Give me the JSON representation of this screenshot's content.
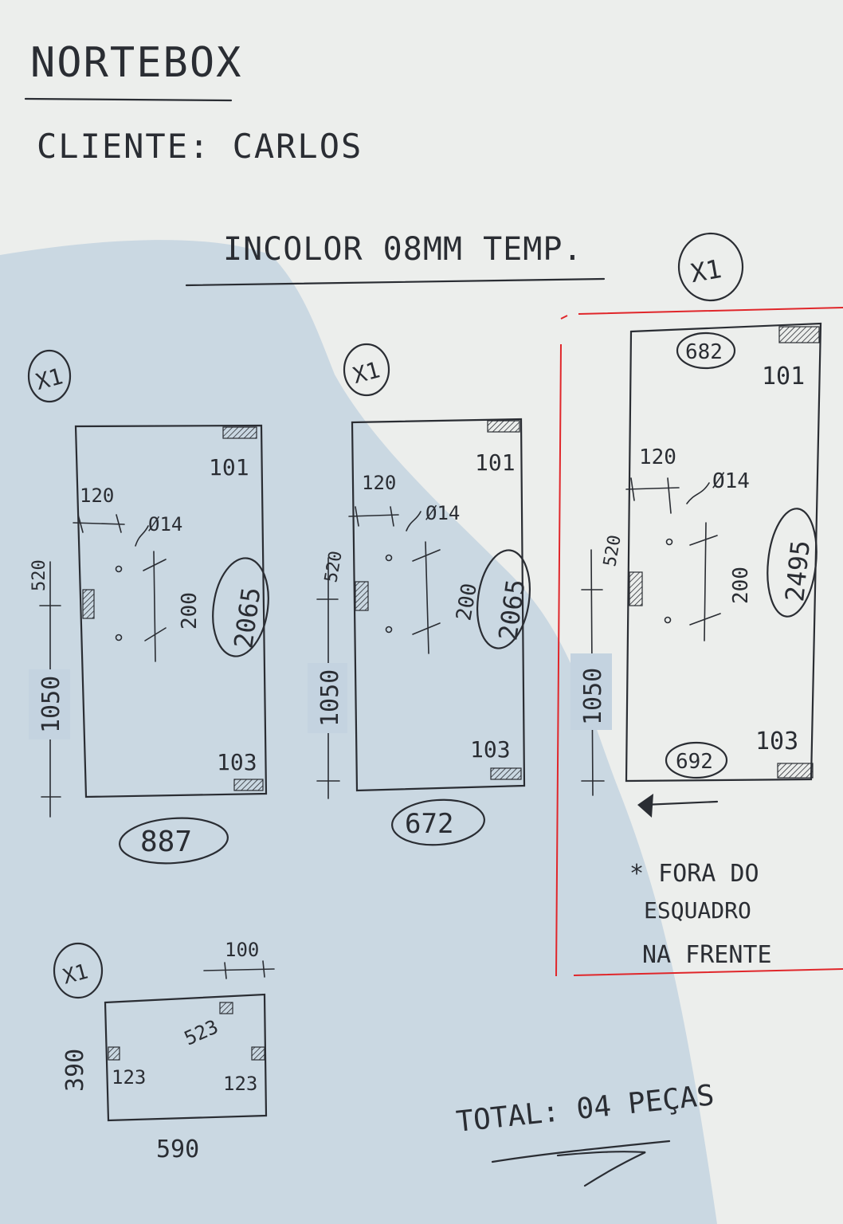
{
  "header": {
    "company": "NORTEBOX",
    "client": "CLIENTE: CARLOS",
    "spec": "INCOLOR 08MM TEMP."
  },
  "pieces": [
    {
      "qty": "X1",
      "hinge_top": "101",
      "hinge_bottom": "103",
      "hole_offset": "120",
      "hole_diameter": "Ø14",
      "hole_spacing": "200",
      "side_dim": "520",
      "left_dim": "1050",
      "height": "2065",
      "width": "887"
    },
    {
      "qty": "X1",
      "hinge_top": "101",
      "hinge_bottom": "103",
      "hole_offset": "120",
      "hole_diameter": "Ø14",
      "hole_spacing": "200",
      "side_dim": "520",
      "left_dim": "1050",
      "height": "2065",
      "width": "672"
    },
    {
      "qty": "X1",
      "width_top": "682",
      "hinge_top": "101",
      "hinge_bottom": "103",
      "hole_offset": "120",
      "hole_diameter": "Ø14",
      "hole_spacing": "200",
      "side_dim": "520",
      "left_dim": "1050",
      "height": "2495",
      "width_bottom": "692"
    }
  ],
  "note": [
    "* FORA DO",
    "ESQUADRO",
    "NA FRENTE"
  ],
  "small_piece": {
    "qty": "X1",
    "top_dim": "100",
    "inner_dim": "523",
    "left_label": "123",
    "right_label": "123",
    "height": "390",
    "width": "590"
  },
  "total": "TOTAL: 04 PEÇAS",
  "colors": {
    "paper": "#eceeec",
    "shadow": "#c4d3e0",
    "ink": "#2a2d33",
    "highlight": "#e0262a"
  }
}
